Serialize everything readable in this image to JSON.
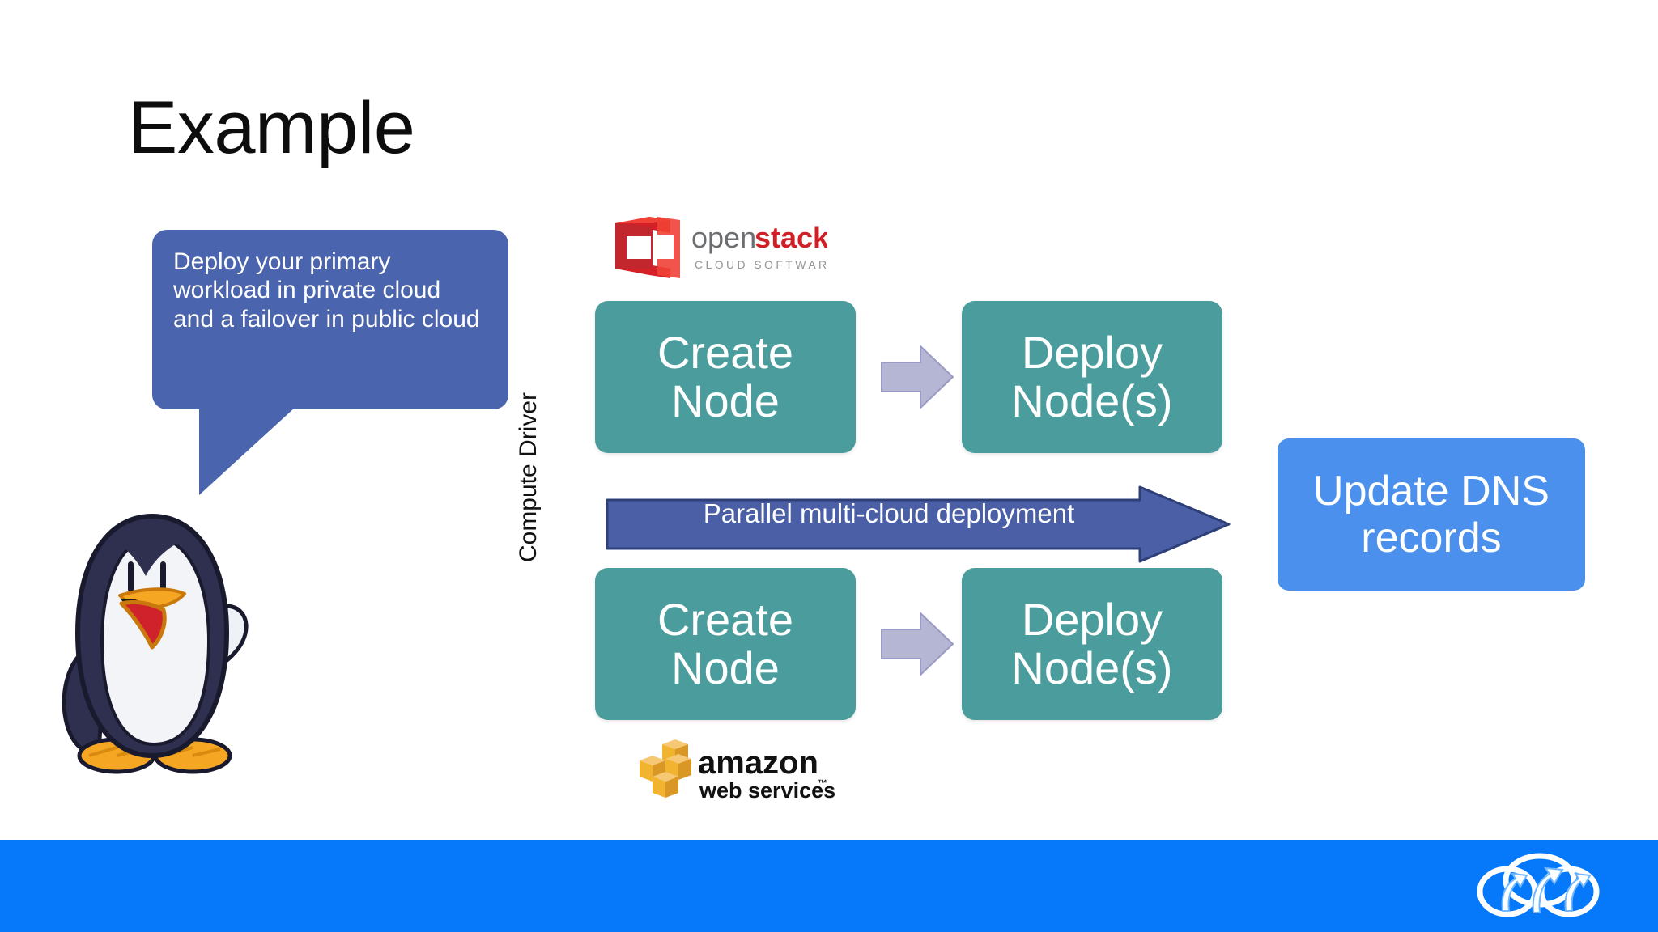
{
  "slide": {
    "title": "Example",
    "background_color": "#ffffff"
  },
  "callout": {
    "text": "Deploy your primary workload in private cloud and a failover in public cloud",
    "fill_color": "#4a64ad",
    "text_color": "#ffffff"
  },
  "mascot": {
    "name": "penguin-mascot",
    "description": "Cartoon penguin with open beak waving one wing",
    "body_color": "#2f2f4f",
    "belly_color": "#f2f4f8",
    "beak_color": "#f5a623",
    "tongue_color": "#d0222b"
  },
  "diagram": {
    "vertical_label": "Compute Driver",
    "logos": [
      {
        "name": "openstack-logo",
        "word_primary": "open",
        "word_secondary": "stack",
        "tagline": "CLOUD SOFTWARE",
        "primary_color": "#6d6e71",
        "secondary_color": "#cf2027",
        "mark_color": "#d42027"
      },
      {
        "name": "amazon-web-services-logo",
        "word_primary": "amazon",
        "word_secondary": "web services",
        "trademark": "™",
        "primary_color": "#111111",
        "mark_color": "#f2b330"
      }
    ],
    "rows": [
      {
        "provider": "openstack",
        "steps": [
          "Create\nNode",
          "Deploy\nNode(s)"
        ]
      },
      {
        "provider": "amazon-web-services",
        "steps": [
          "Create\nNode",
          "Deploy\nNode(s)"
        ]
      }
    ],
    "parallel_arrow": {
      "label": "Parallel multi-cloud deployment",
      "fill_color": "#4a5fa5",
      "text_color": "#ffffff"
    },
    "result_box": {
      "label": "Update DNS\nrecords",
      "fill_color": "#4a90ec",
      "text_color": "#ffffff"
    },
    "box_fill_color": "#4a9d9c",
    "box_text_color": "#ffffff",
    "mini_arrow_color": "#b5b5d4"
  },
  "footer": {
    "banner_color": "#0579fa",
    "logo_name": "cloud-arrows-logo",
    "logo_color": "#ffffff"
  }
}
